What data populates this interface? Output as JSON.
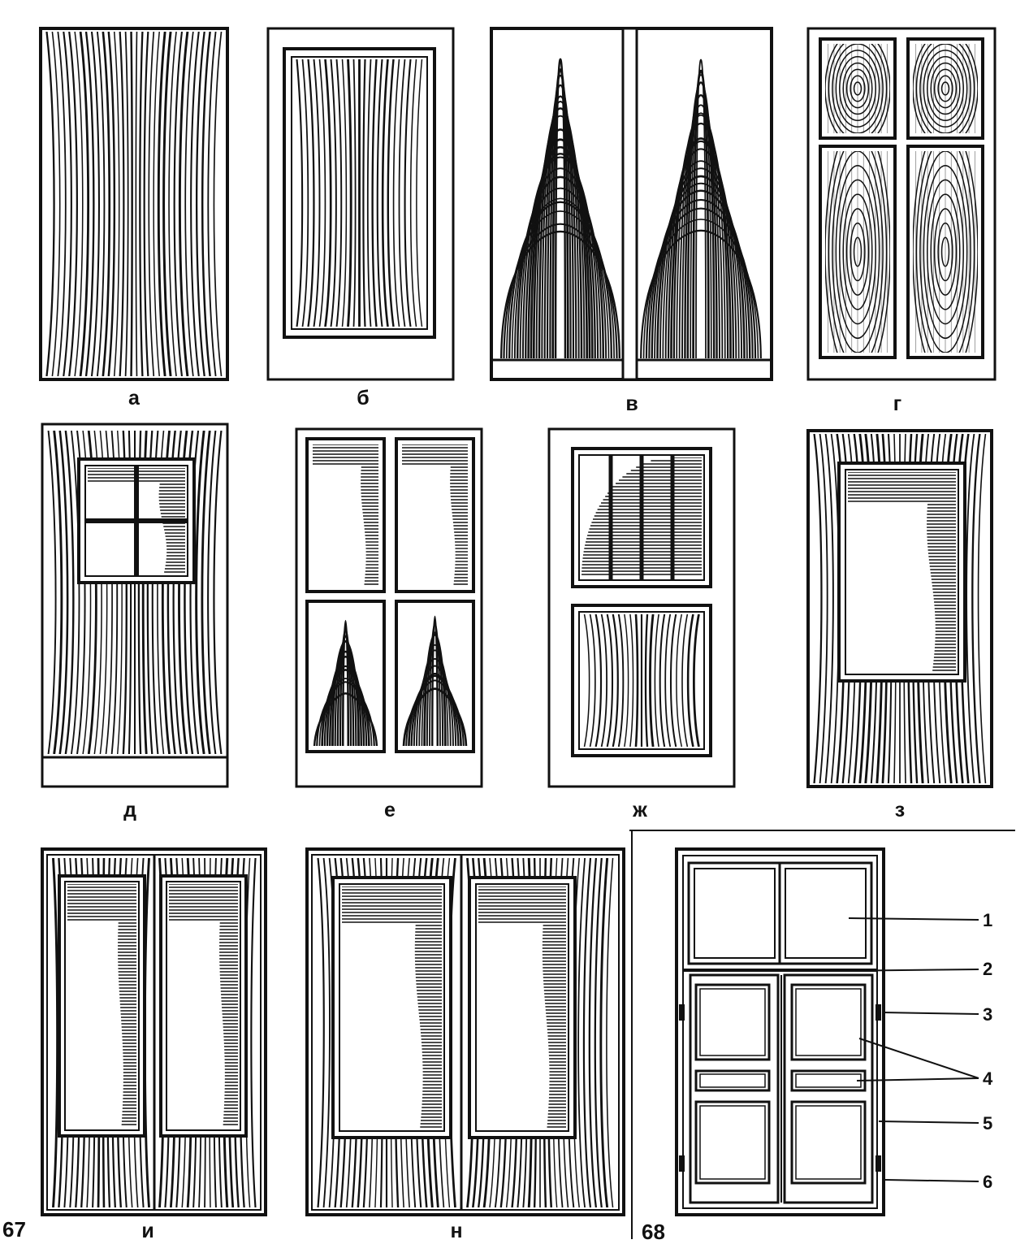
{
  "figure_67": {
    "number": "67",
    "doors": [
      {
        "id": "a",
        "label": "а"
      },
      {
        "id": "b",
        "label": "б"
      },
      {
        "id": "v",
        "label": "в"
      },
      {
        "id": "g",
        "label": "г"
      },
      {
        "id": "d",
        "label": "д"
      },
      {
        "id": "e",
        "label": "е"
      },
      {
        "id": "zh",
        "label": "ж"
      },
      {
        "id": "z",
        "label": "з"
      },
      {
        "id": "i",
        "label": "и"
      },
      {
        "id": "k",
        "label": "н"
      }
    ]
  },
  "figure_68": {
    "number": "68",
    "callouts": [
      {
        "label": "1"
      },
      {
        "label": "2"
      },
      {
        "label": "3"
      },
      {
        "label": "4"
      },
      {
        "label": "5"
      },
      {
        "label": "6"
      }
    ]
  },
  "colors": {
    "ink": "#111111",
    "paper": "#ffffff"
  }
}
